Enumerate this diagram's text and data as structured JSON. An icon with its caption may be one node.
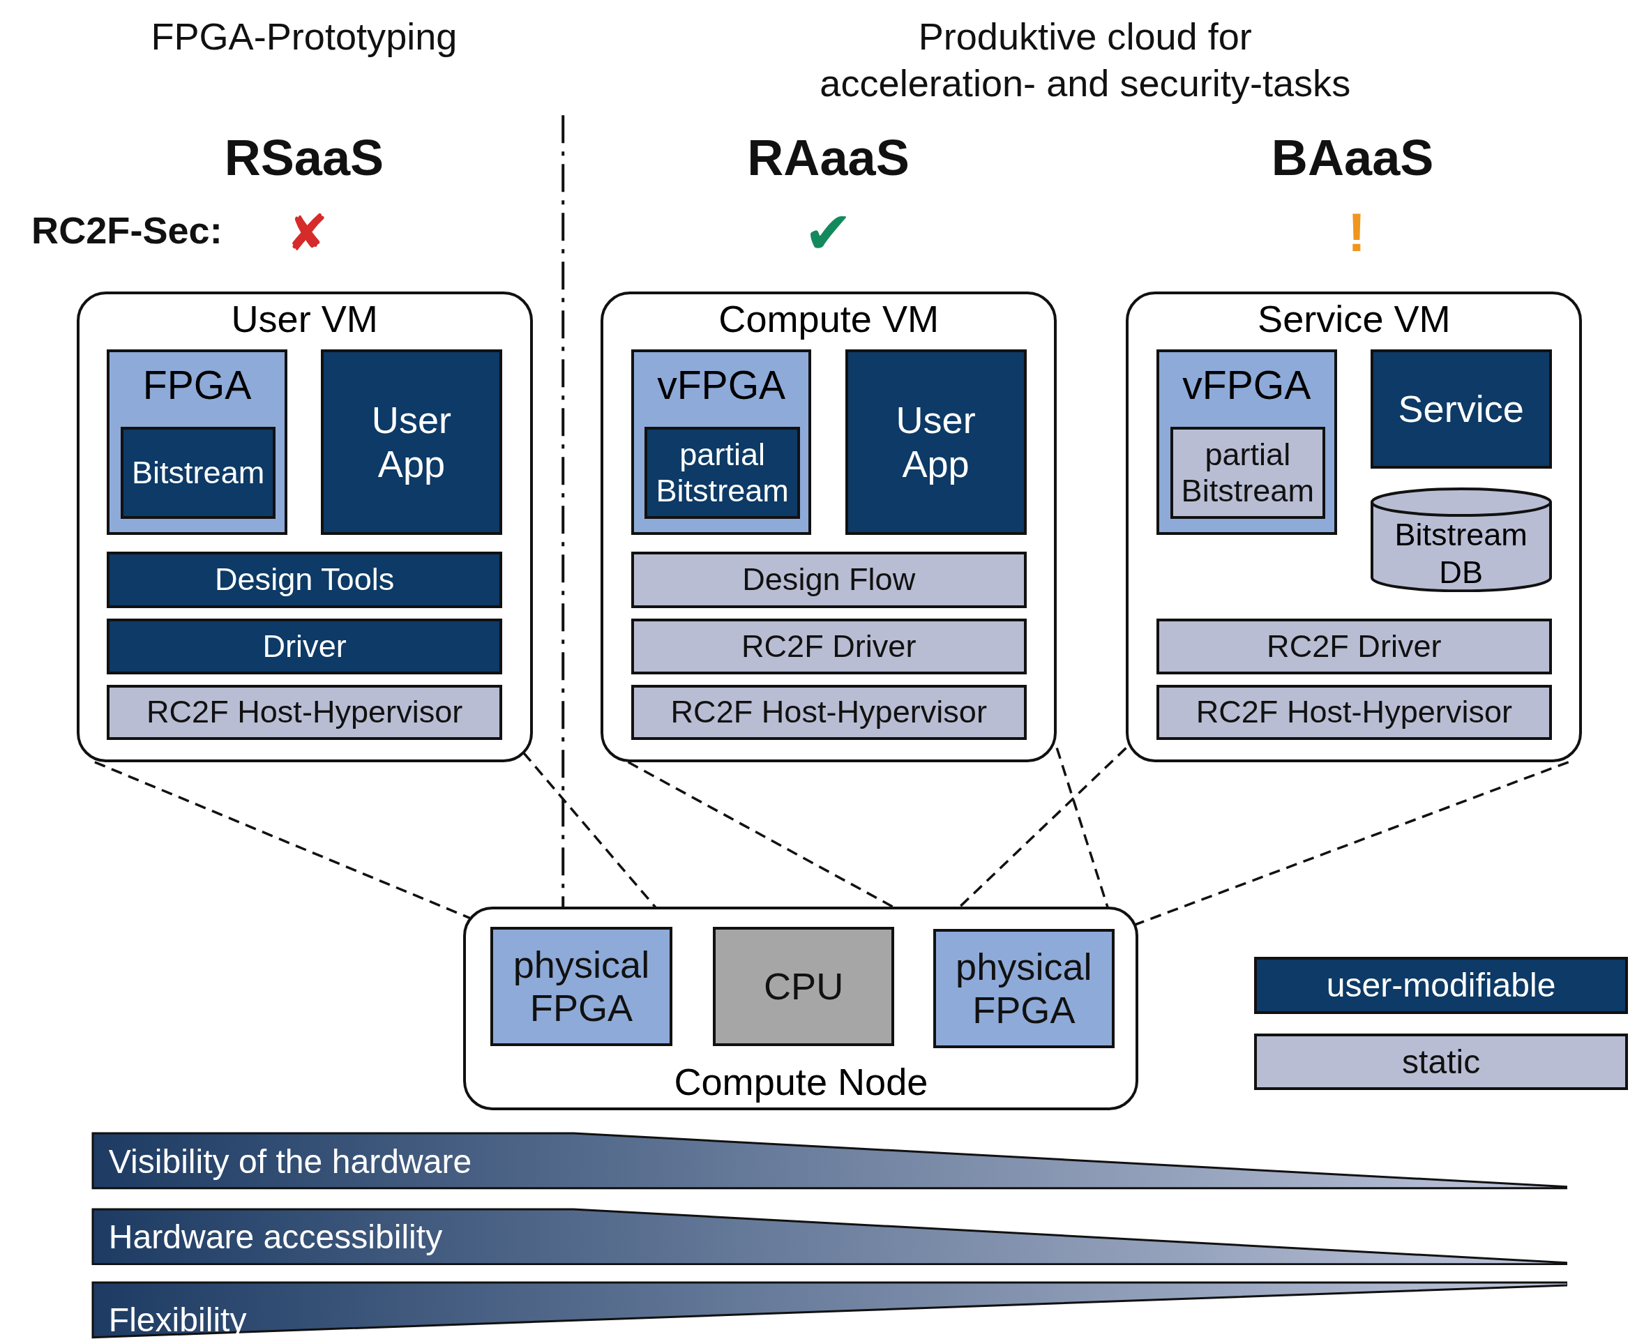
{
  "diagram": {
    "nodes": [
      {
        "text": [
          "User VM"
        ]
      },
      {
        "text": [
          "FPGA"
        ],
        "in": 0
      },
      {
        "text": [
          "Bitstream"
        ],
        "in": 1
      },
      {
        "text": [
          "User App"
        ],
        "in": 0
      },
      {
        "text": [
          "Design Tools"
        ],
        "in": 0
      },
      {
        "text": [
          "Driver"
        ],
        "in": 0
      },
      {
        "text": [
          "RC2F Host-Hypervisor"
        ],
        "in": 0
      },
      {
        "text": [
          "Compute VM"
        ]
      },
      {
        "text": [
          "vFPGA"
        ],
        "in": 7
      },
      {
        "text": [
          "partial Bitstream"
        ],
        "in": 8
      },
      {
        "text": [
          "User App"
        ],
        "in": 7
      },
      {
        "text": [
          "Design Flow"
        ],
        "in": 7
      },
      {
        "text": [
          "RC2F Driver"
        ],
        "in": 7
      },
      {
        "text": [
          "RC2F Host-Hypervisor"
        ],
        "in": 7
      },
      {
        "text": [
          "Service VM"
        ]
      },
      {
        "text": [
          "vFPGA"
        ],
        "in": 14
      },
      {
        "text": [
          "partial Bitstream"
        ],
        "in": 15
      },
      {
        "text": [
          "Service"
        ],
        "in": 14
      },
      {
        "text": [
          "Bitstream DB"
        ],
        "in": 14
      },
      {
        "text": [
          "RC2F Driver"
        ],
        "in": 14
      },
      {
        "text": [
          "RC2F Host-Hypervisor"
        ],
        "in": 14
      },
      {
        "text": [
          "Compute Node"
        ]
      },
      {
        "text": [
          "physical FPGA"
        ],
        "in": 21
      },
      {
        "text": [
          "CPU"
        ],
        "in": 21
      },
      {
        "text": [
          "physical FPGA"
        ],
        "in": 21
      },
      {
        "text": [
          "Visibility of the hardware"
        ]
      },
      {
        "text": [
          "Hardware accessibility"
        ]
      },
      {
        "text": [
          "Flexibility"
        ]
      }
    ],
    "edges": [
      {
        "from": 0,
        "to": 22,
        "arrow": "none",
        "style": "dashed"
      },
      {
        "from": 0,
        "to": 22,
        "arrow": "none",
        "style": "dashed"
      },
      {
        "from": 7,
        "to": 24,
        "arrow": "none",
        "style": "dashed"
      },
      {
        "from": 7,
        "to": 24,
        "arrow": "none",
        "style": "dashed"
      },
      {
        "from": 14,
        "to": 24,
        "arrow": "none",
        "style": "dashed"
      },
      {
        "from": 14,
        "to": 24,
        "arrow": "none",
        "style": "dashed"
      }
    ],
    "labels": [
      "FPGA-Prototyping",
      "Produktive cloud for acceleration- and security-tasks",
      "RSaaS",
      "RAaaS",
      "BAaaS",
      "RC2F-Sec:",
      "✘",
      "✔",
      "!"
    ],
    "legend": [
      {
        "text": "user-modifiable",
        "color": "#0d3a66"
      },
      {
        "text": "static",
        "color": "#b8bdd3"
      }
    ]
  }
}
